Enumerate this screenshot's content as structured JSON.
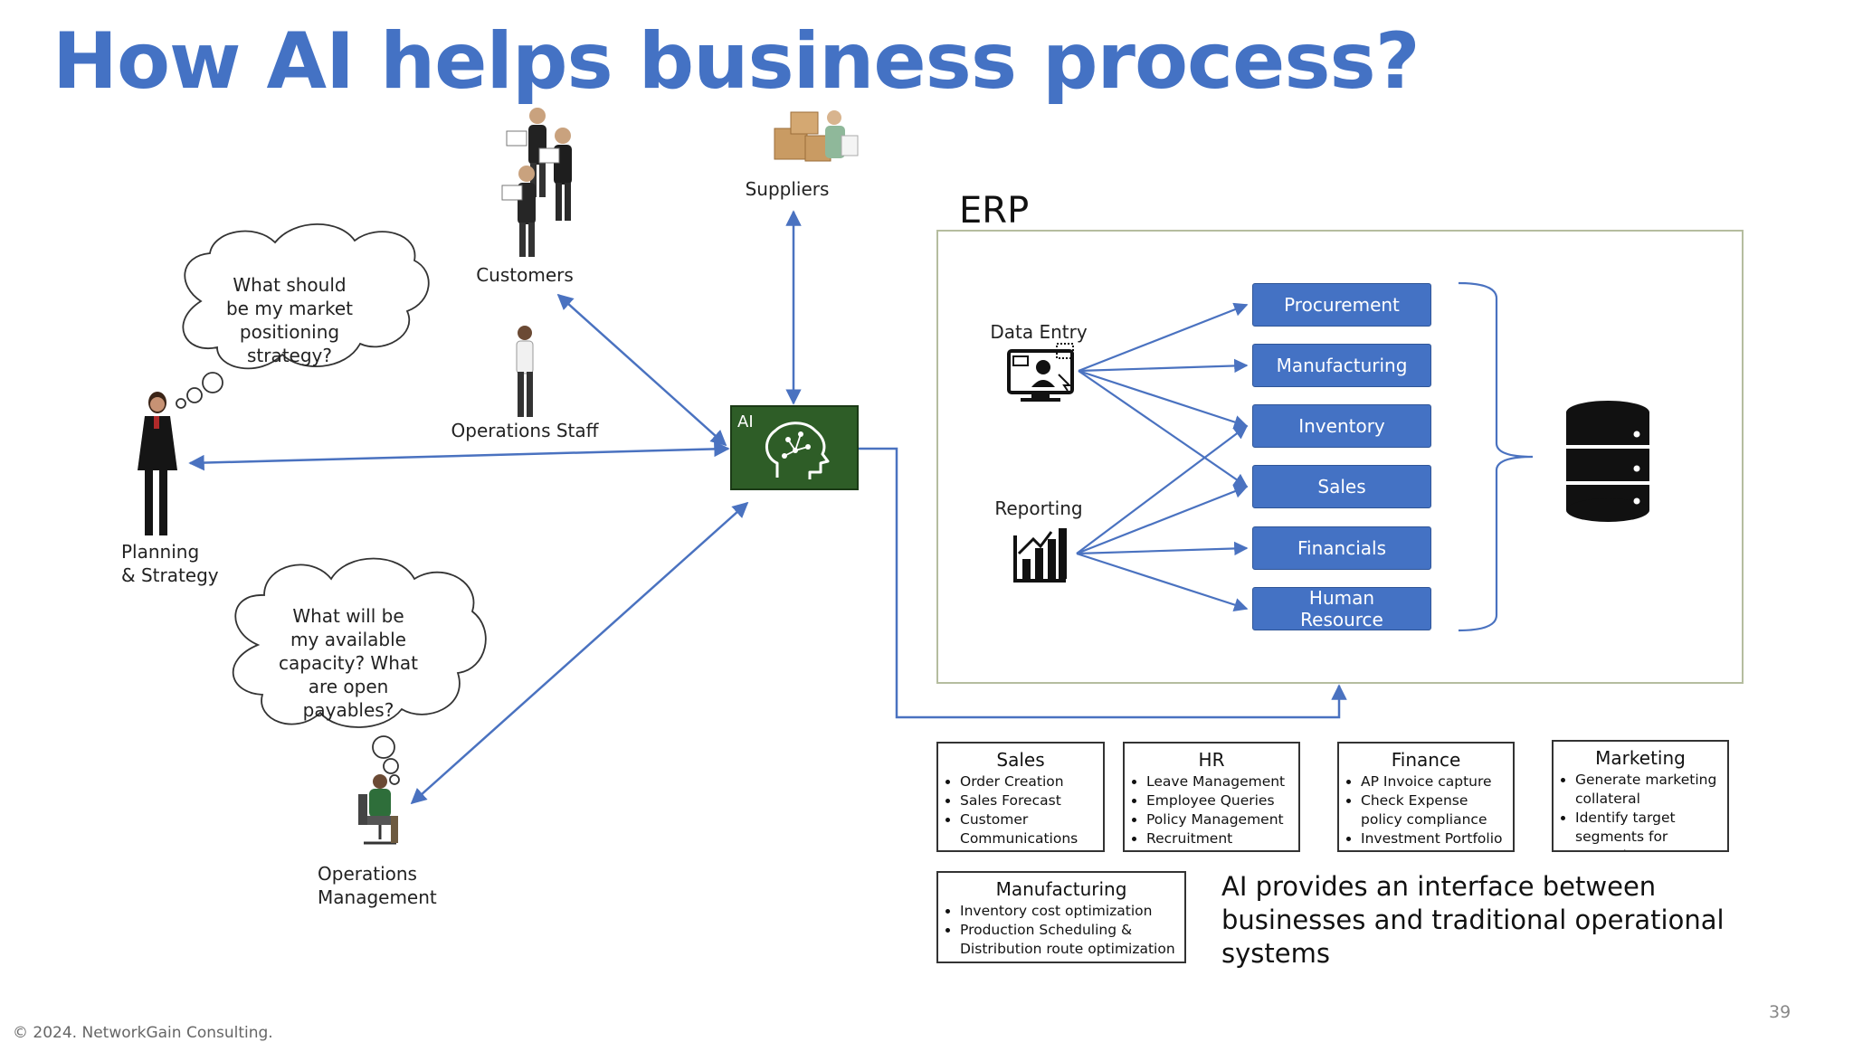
{
  "title": "How AI helps business process?",
  "actors": {
    "customers": "Customers",
    "suppliers": "Suppliers",
    "operations_staff": "Operations Staff",
    "planning_line1": "Planning",
    "planning_line2": "& Strategy",
    "ops_mgmt_line1": "Operations",
    "ops_mgmt_line2": "Management"
  },
  "thoughts": {
    "planning": [
      "What should",
      "be my market",
      "positioning",
      "strategy?"
    ],
    "operations": [
      "What will be",
      "my available",
      "capacity? What",
      "are open",
      "payables?"
    ]
  },
  "ai_label": "AI",
  "erp": {
    "title": "ERP",
    "data_entry": "Data Entry",
    "reporting": "Reporting",
    "modules": [
      "Procurement",
      "Manufacturing",
      "Inventory",
      "Sales",
      "Financials",
      "Human Resource"
    ]
  },
  "cards": [
    {
      "title": "Sales",
      "items": [
        "Order Creation",
        "Sales Forecast",
        "Customer Communications"
      ]
    },
    {
      "title": "HR",
      "items": [
        "Leave Management",
        "Employee Queries",
        "Policy Management",
        "Recruitment"
      ]
    },
    {
      "title": "Finance",
      "items": [
        "AP Invoice capture",
        "Check Expense policy compliance",
        "Investment Portfolio Advise"
      ]
    },
    {
      "title": "Marketing",
      "items": [
        "Generate marketing collateral",
        "Identify target segments for campaigns"
      ]
    },
    {
      "title": "Manufacturing",
      "items": [
        "Inventory cost optimization",
        "Production Scheduling & Distribution route optimization"
      ]
    }
  ],
  "summary": "AI provides an interface between businesses and traditional operational systems",
  "footer": "© 2024. NetworkGain Consulting.",
  "page_number": "39",
  "colors": {
    "title": "#4472c4",
    "module": "#4472c4",
    "ai_box": "#2e5d27",
    "arrow": "#4a72c0"
  }
}
